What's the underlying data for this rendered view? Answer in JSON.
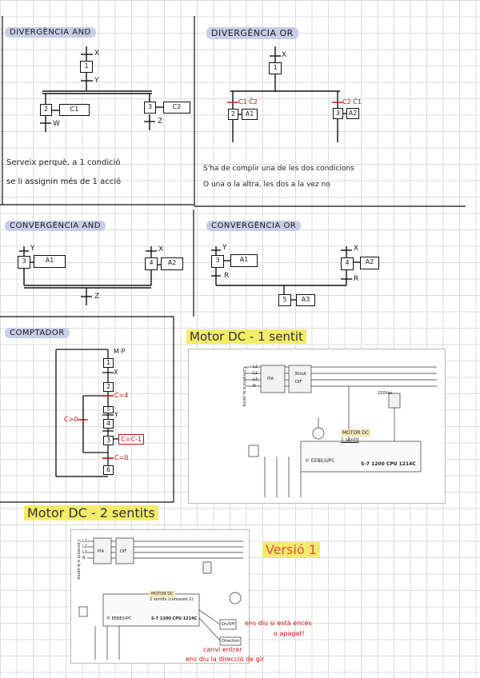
{
  "sections": {
    "div_and": {
      "title": "DIVERGÈNCIA AND",
      "steps": [
        "1",
        "2",
        "3"
      ],
      "actions": [
        "C1",
        "C2"
      ],
      "conditions": [
        "X",
        "Y",
        "W",
        "Z"
      ],
      "note_line1": "Serveix perquè, a 1 condició",
      "note_line2": "se li assignin més de 1 acció"
    },
    "div_or": {
      "title": "DIVERGÈNCIA OR",
      "steps": [
        "1",
        "2",
        "3"
      ],
      "actions": [
        "A1",
        "A2"
      ],
      "conditions": [
        "X",
        "C1·C̄2",
        "C2·C̄1"
      ],
      "note_line1": "S'ha de complir una de les dos condicions",
      "note_line2": "O una o la altra, les dos a la vez no"
    },
    "conv_and": {
      "title": "CONVERGÈNCIA AND",
      "steps": [
        "3",
        "4"
      ],
      "actions": [
        "A1",
        "A2"
      ],
      "conditions": [
        "Y",
        "X",
        "Z"
      ]
    },
    "conv_or": {
      "title": "CONVERGÈNCIA OR",
      "steps": [
        "3",
        "4",
        "5"
      ],
      "actions": [
        "A1",
        "A2",
        "A3"
      ],
      "conditions": [
        "Y",
        "X",
        "R",
        "R"
      ]
    },
    "comptador": {
      "title": "COMPTADOR",
      "steps": [
        "1",
        "2",
        "3",
        "4",
        "5",
        "6"
      ],
      "conditions": [
        "M·P",
        "X",
        "C=4",
        "Y",
        "C>0",
        "C=0"
      ],
      "action": "C=C-1"
    },
    "motor1": {
      "title": "Motor DC - 1 sentit",
      "panel_title": "MOTOR DC",
      "panel_sub": "1 sentit",
      "plc": "S-7 1200  CPU 1214C",
      "brand": "© EEBE/UPC",
      "pia": "PIA",
      "diff": "DIF",
      "diff_rating": "30mA",
      "supply": "Connexió a la xarxa",
      "lines": [
        "L1",
        "L2",
        "L3",
        "N"
      ],
      "out_label": "220Vac"
    },
    "motor2": {
      "title": "Motor DC - 2 sentits",
      "version": "Versió 1",
      "panel_title": "MOTOR DC",
      "panel_sub": "2 sentits (connexió 1)",
      "plc": "S-7 1200  CPU 1214C",
      "brand": "© EEBE/UPC",
      "pia": "PIA",
      "diff": "DIF",
      "supply": "Connexió a la xarxa",
      "lines": [
        "L1",
        "L2",
        "L3",
        "N"
      ],
      "btn_onoff": "On/Off",
      "btn_dir": "Direction",
      "note_onoff_1": "ens diu si està encès",
      "note_onoff_2": "o apagat!",
      "note_dir_1": "canvi entrar",
      "note_dir_2": "ens diu la direcció de gir"
    }
  },
  "colors": {
    "grid": "#dcdcdc",
    "highlight": "#c9cde8",
    "yellow": "#f4ec6a",
    "red": "#d01010"
  }
}
